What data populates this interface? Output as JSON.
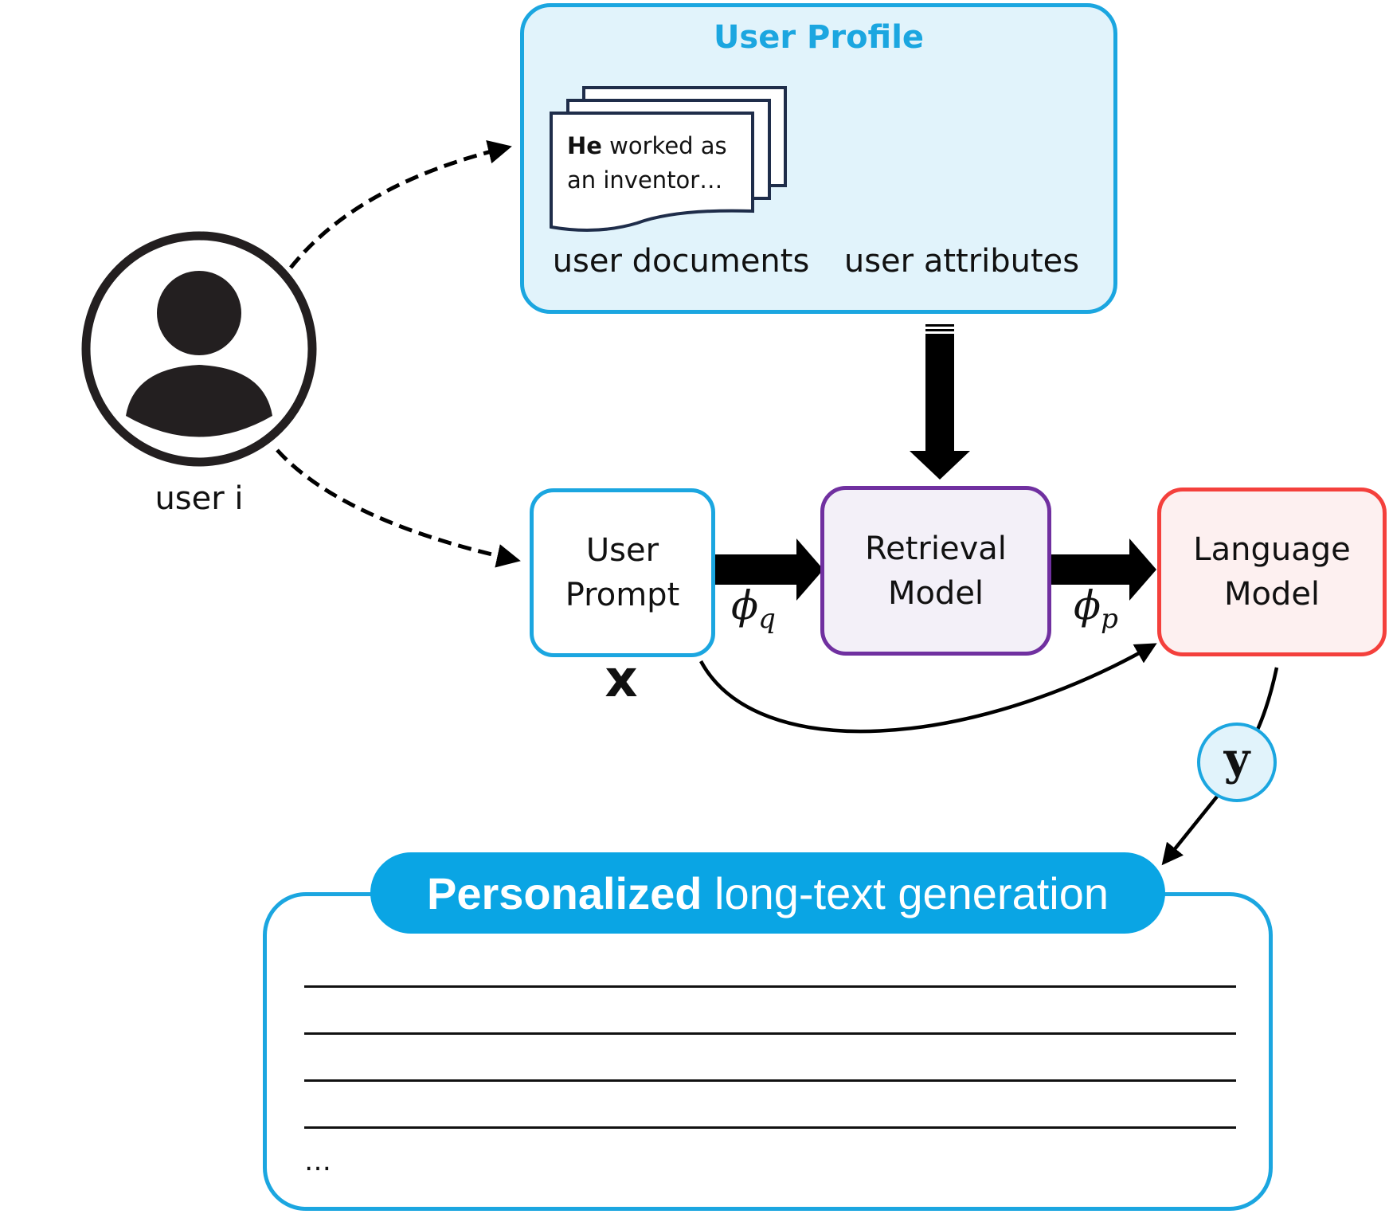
{
  "user": {
    "label": "user i"
  },
  "profile": {
    "title": "User Profile",
    "doc_text_bold": "He",
    "doc_text_rest": " worked as an inventor…",
    "documents_label": "user documents",
    "attributes_label": "user attributes"
  },
  "prompt": {
    "label_line1": "User",
    "label_line2": "Prompt",
    "var": "x"
  },
  "retrieval": {
    "label_line1": "Retrieval",
    "label_line2": "Model",
    "phi_q": "ϕ",
    "phi_q_sub": "q"
  },
  "language": {
    "label_line1": "Language",
    "label_line2": "Model",
    "phi_p": "ϕ",
    "phi_p_sub": "p"
  },
  "output": {
    "var": "y",
    "title_bold": "Personalized",
    "title_rest": " long-text generation",
    "ellipsis": "…"
  },
  "colors": {
    "blue": "#1ba6e0",
    "profile_fill": "#e1f3fb",
    "purple": "#7030a0",
    "purple_fill": "#f3f0f8",
    "red": "#f4403c",
    "red_fill": "#fdf0f0",
    "banner": "#0aa5e4"
  }
}
